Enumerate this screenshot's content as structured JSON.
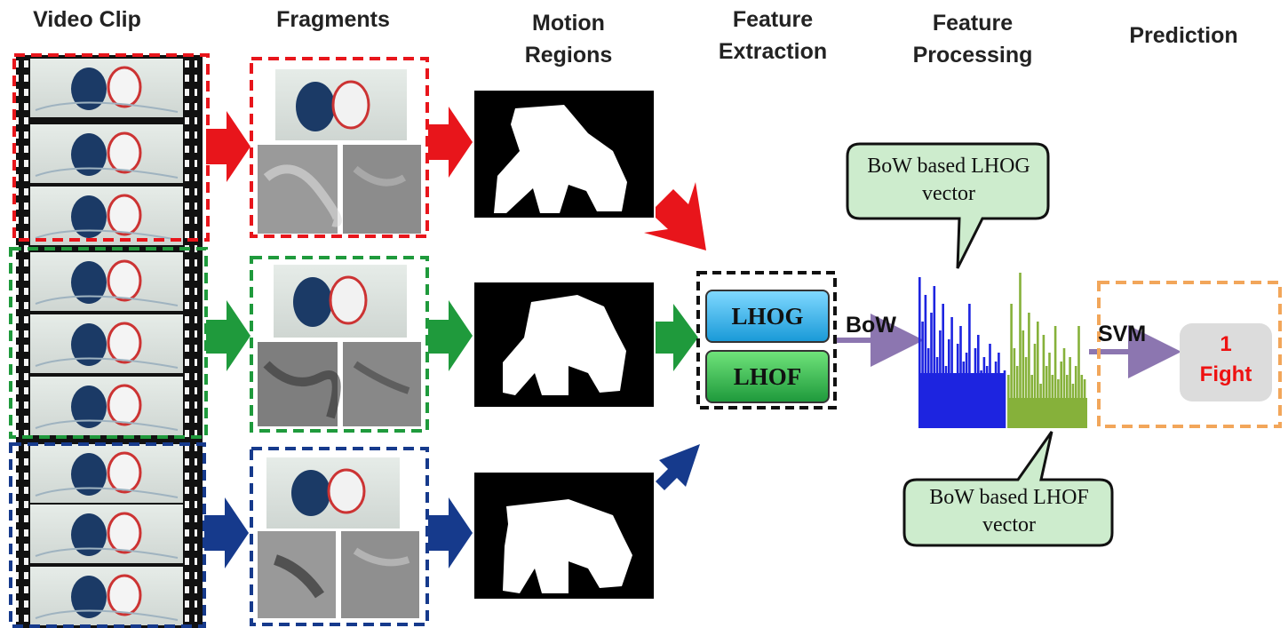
{
  "headers": {
    "video_clip": "Video Clip",
    "fragments": "Fragments",
    "motion_regions": "Motion Regions",
    "feature_extraction": "Feature Extraction",
    "feature_processing": "Feature Processing",
    "prediction": "Prediction"
  },
  "features": {
    "lhog": "LHOG",
    "lhof": "LHOF"
  },
  "callouts": {
    "lhog_vector": "BoW based LHOG vector",
    "lhof_vector": "BoW based LHOF vector"
  },
  "edge_labels": {
    "bow": "BoW",
    "svm": "SVM"
  },
  "result": {
    "value": "1",
    "label": "Fight"
  },
  "colors": {
    "row1": "#e8151b",
    "row2": "#1f9a3c",
    "row3": "#163a8c",
    "hist_lhog": "#1d24e0",
    "hist_lhof": "#86b13a",
    "lhog_box": "#2ab0e8",
    "lhof_box": "#2fb24a",
    "callout_fill": "#cdeccd",
    "svm_box": "#f2a65a",
    "purple_arrow": "#8c76b0",
    "result_box": "#dcdcdc"
  }
}
